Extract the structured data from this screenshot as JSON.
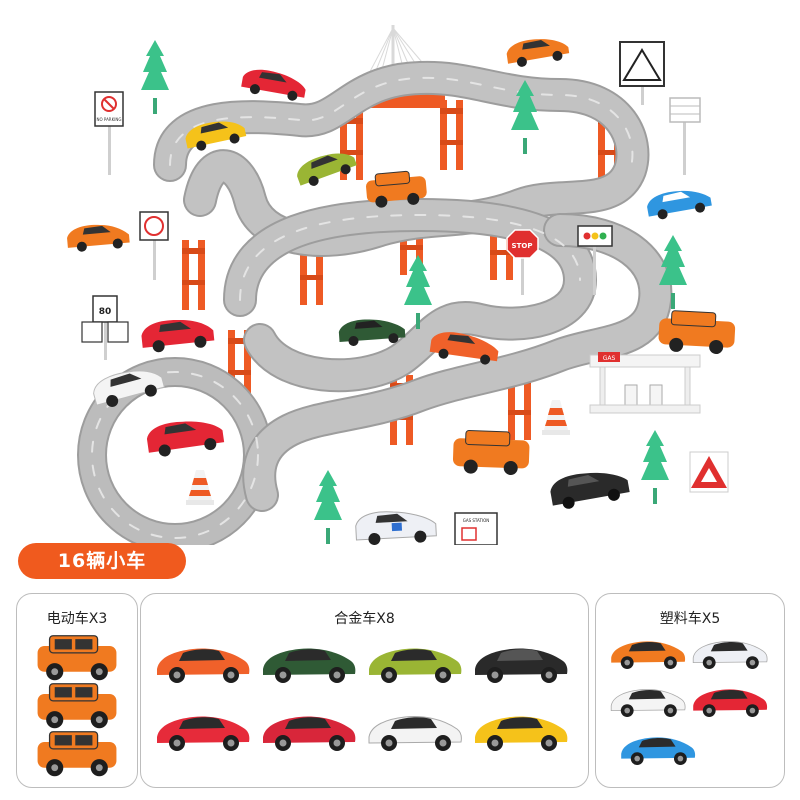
{
  "badge": {
    "label": "16辆小车"
  },
  "panels": [
    {
      "title": "电动车X3",
      "count": 3,
      "kind": "electric",
      "colors": [
        "#f07a20",
        "#f07a20",
        "#f07a20"
      ]
    },
    {
      "title": "合金车X8",
      "count": 8,
      "kind": "alloy",
      "colors": [
        "#f0612a",
        "#2f5a35",
        "#9ab534",
        "#2a2a2a",
        "#e62b3a",
        "#d8263a",
        "#f3f3f3",
        "#f5c21a"
      ]
    },
    {
      "title": "塑料车X5",
      "count": 5,
      "kind": "plastic",
      "colors": [
        "#f07a20",
        "#eef0f5",
        "#f4f4f4",
        "#e42635",
        "#2f96e0"
      ]
    }
  ],
  "signs": {
    "stop": "STOP",
    "speed": "80",
    "no_parking": "NO PARKING",
    "gas_station": "GAS STATION",
    "gas": "GAS"
  },
  "colors": {
    "badge": "#f05a1e",
    "track": "#b9b9b9",
    "track_edge": "#9d9d9d",
    "pillar": "#ee5a24",
    "tree": "#3bc28a"
  }
}
